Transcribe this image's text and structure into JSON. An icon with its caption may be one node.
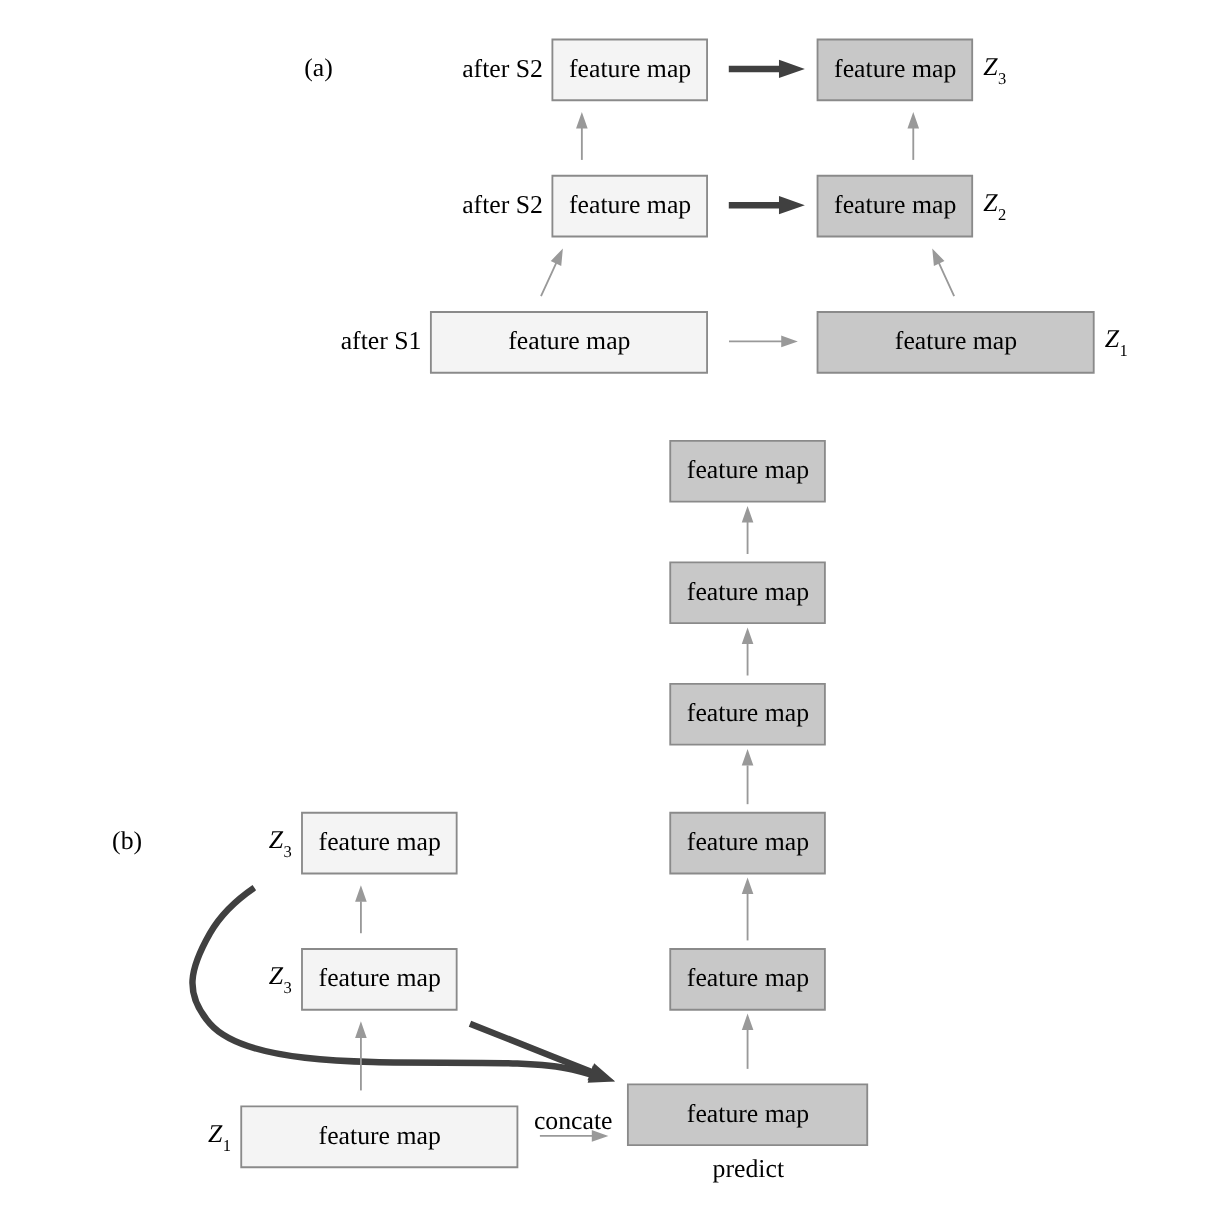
{
  "diagram": {
    "nodes": [
      {
        "text": [
          "feature map"
        ],
        "beside": [
          "after S2"
        ]
      },
      {
        "text": [
          "feature map"
        ],
        "beside": [
          "*Z*$_{3}$"
        ]
      },
      {
        "text": [
          "feature map"
        ],
        "beside": [
          "after S2"
        ]
      },
      {
        "text": [
          "feature map"
        ],
        "beside": [
          "*Z*$_{2}$"
        ]
      },
      {
        "text": [
          "feature map"
        ],
        "beside": [
          "after S1"
        ]
      },
      {
        "text": [
          "feature map"
        ],
        "beside": [
          "*Z*$_{1}$"
        ]
      },
      {
        "text": [
          "feature map"
        ]
      },
      {
        "text": [
          "feature map"
        ]
      },
      {
        "text": [
          "feature map"
        ]
      },
      {
        "text": [
          "feature map"
        ]
      },
      {
        "text": [
          "feature map"
        ]
      },
      {
        "text": [
          "feature map"
        ],
        "beside": [
          "*Z*$_{3}$"
        ]
      },
      {
        "text": [
          "feature map"
        ],
        "beside": [
          "*Z*$_{3}$"
        ]
      },
      {
        "text": [
          "feature map"
        ],
        "beside": [
          "*Z*$_{1}$"
        ]
      },
      {
        "text": [
          "feature map"
        ],
        "beside": [
          "predict"
        ]
      }
    ],
    "edges": [
      {
        "from": 4,
        "to": 2,
        "arrow": "to"
      },
      {
        "from": 2,
        "to": 0,
        "arrow": "to"
      },
      {
        "from": 0,
        "to": 1,
        "arrow": "to",
        "style": "thick",
        "color": "#404040"
      },
      {
        "from": 2,
        "to": 3,
        "arrow": "to",
        "style": "thick",
        "color": "#404040"
      },
      {
        "from": 4,
        "to": 5,
        "arrow": "to"
      },
      {
        "from": 5,
        "to": 3,
        "arrow": "to"
      },
      {
        "from": 3,
        "to": 1,
        "arrow": "to"
      },
      {
        "from": 13,
        "to": 12,
        "arrow": "to"
      },
      {
        "from": 12,
        "to": 11,
        "arrow": "to"
      },
      {
        "from": 11,
        "to": 14,
        "arrow": "to",
        "style": "thick",
        "color": "#404040"
      },
      {
        "from": 12,
        "to": 14,
        "arrow": "to",
        "style": "thick",
        "color": "#404040"
      },
      {
        "from": 13,
        "to": 14,
        "arrow": "to",
        "label": "concate"
      },
      {
        "from": 14,
        "to": 10,
        "arrow": "to"
      },
      {
        "from": 10,
        "to": 9,
        "arrow": "to"
      },
      {
        "from": 9,
        "to": 8,
        "arrow": "to"
      },
      {
        "from": 8,
        "to": 7,
        "arrow": "to"
      },
      {
        "from": 7,
        "to": 6,
        "arrow": "to"
      }
    ],
    "labels": [
      "(a)",
      "(b)"
    ]
  }
}
